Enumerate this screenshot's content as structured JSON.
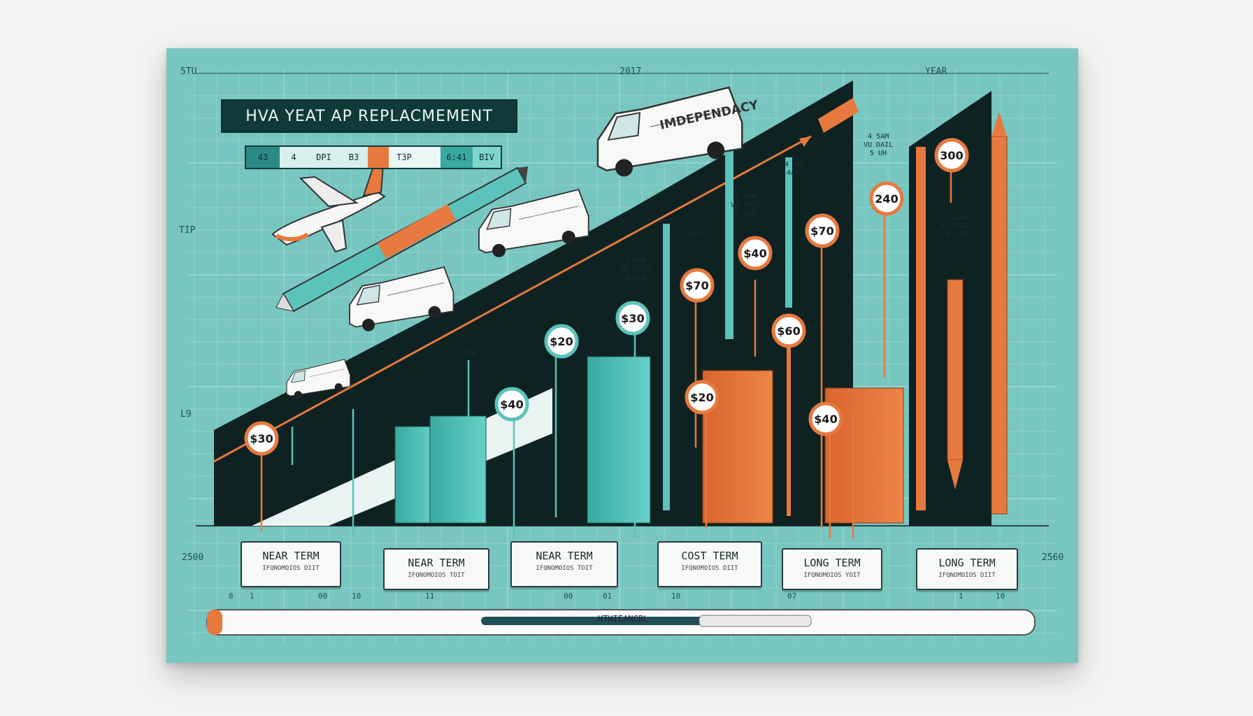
{
  "title": "HVA YEAT AP REPLACMEMENT",
  "legend": [
    "43",
    "4",
    "DPI",
    "B3",
    "",
    "T3P",
    "",
    "6:41",
    "BIV"
  ],
  "axis": {
    "top_left": "5TU",
    "top_mid": "2017",
    "top_right": "YEAR",
    "left_top": "TIP",
    "left_mid": "L9",
    "bottom_left": "2500",
    "bottom_right": "2560",
    "bottom_ticks": [
      "8",
      "1",
      "00",
      "10",
      "11",
      "00",
      "01",
      "10",
      "07",
      "1",
      "10"
    ]
  },
  "phases": [
    {
      "title": "NEAR TERM",
      "sub": "IFQNOMOIOS DIIT"
    },
    {
      "title": "NEAR TERM",
      "sub": "IFQNOMOIOS TOIT"
    },
    {
      "title": "NEAR TERM",
      "sub": "IFQNOMOIOS TOIT"
    },
    {
      "title": "COST TERM",
      "sub": "IFQNOMOIOS DIIT"
    },
    {
      "title": "LONG TERM",
      "sub": "IFQNOMOIOS YOIT"
    },
    {
      "title": "LONG TERM",
      "sub": "IFQNOMOIOS DIIT"
    }
  ],
  "notes": {
    "n1": "3 DAK\nVO VAIS\nB GIN",
    "n2": "4 DAN\nVU GOLT\nB GIN",
    "n3": "4 4H\n4AN",
    "n4": "4 5AM\nVU DAIL\n5 UH",
    "n5": "4 SOAK\nVU TATE,\n4 GIN",
    "cot": "COT",
    "s2540": "2540",
    "van_text": "IMDEPENDACY"
  },
  "pencil_label": "HTHIEANCBL",
  "colors": {
    "teal": "#5cc3bb",
    "orange": "#e7793f",
    "dark": "#0f2222",
    "board": "#78c6c0"
  },
  "chart_data": {
    "type": "bar",
    "title": "HVA YEAT AP REPLACMEMENT",
    "categories": [
      "NEAR TERM",
      "NEAR TERM",
      "NEAR TERM",
      "COST TERM",
      "LONG TERM",
      "LONG TERM"
    ],
    "value_labels": [
      {
        "label": "$30",
        "color": "orange"
      },
      {
        "label": "$20",
        "color": "teal"
      },
      {
        "label": "$40",
        "color": "teal"
      },
      {
        "label": "$30",
        "color": "teal"
      },
      {
        "label": "$70",
        "color": "orange"
      },
      {
        "label": "$40",
        "color": "orange"
      },
      {
        "label": "$20",
        "color": "orange"
      },
      {
        "label": "$60",
        "color": "orange"
      },
      {
        "label": "$70",
        "color": "orange"
      },
      {
        "label": "$40",
        "color": "orange"
      },
      {
        "label": "240",
        "color": "orange"
      },
      {
        "label": "300",
        "color": "orange"
      }
    ],
    "grid": true
  }
}
